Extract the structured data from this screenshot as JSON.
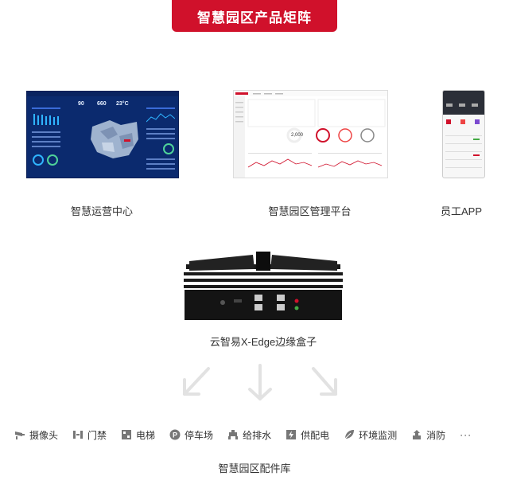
{
  "banner": {
    "title": "智慧园区产品矩阵"
  },
  "products": [
    {
      "label": "智慧运营中心"
    },
    {
      "label": "智慧园区管理平台"
    },
    {
      "label": "员工APP"
    }
  ],
  "dashboard": {
    "kpi1": "90",
    "kpi2": "660",
    "kpi3": "23°C"
  },
  "admin": {
    "center_value": "2,000"
  },
  "edge_box": {
    "label": "云智易X-Edge边缘盒子"
  },
  "accessories": {
    "items": [
      {
        "label": "摄像头",
        "icon": "camera-icon"
      },
      {
        "label": "门禁",
        "icon": "door-access-icon"
      },
      {
        "label": "电梯",
        "icon": "elevator-icon"
      },
      {
        "label": "停车场",
        "icon": "parking-icon"
      },
      {
        "label": "给排水",
        "icon": "water-icon"
      },
      {
        "label": "供配电",
        "icon": "power-icon"
      },
      {
        "label": "环境监测",
        "icon": "leaf-icon"
      },
      {
        "label": "消防",
        "icon": "fire-icon"
      }
    ],
    "more": "···",
    "title": "智慧园区配件库"
  }
}
